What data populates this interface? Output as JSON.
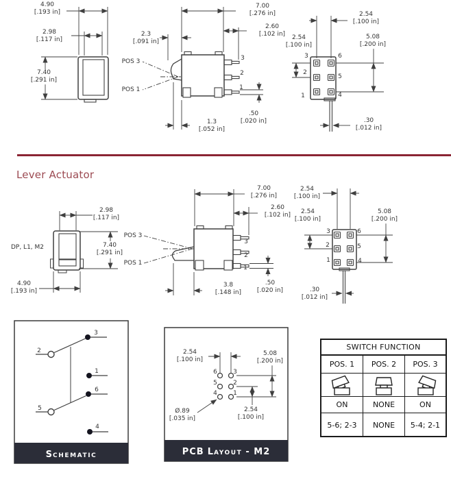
{
  "colors": {
    "accent_red": "#8b2433",
    "heading_red": "#9c4a52",
    "footer_bg": "#2b2d38",
    "line": "#3f3f3f"
  },
  "top_row": {
    "side_view": {
      "dim_outer_width": {
        "mm": "4.90",
        "in": "[.193 in]"
      },
      "dim_inner_width": {
        "mm": "2.98",
        "in": "[.117 in]"
      },
      "dim_height": {
        "mm": "7.40",
        "in": "[.291 in]"
      }
    },
    "front_view": {
      "dim_width": {
        "mm": "7.00",
        "in": "[.276 in]"
      },
      "dim_pin_length": {
        "mm": "2.60",
        "in": "[.102 in]"
      },
      "dim_lever_offset": {
        "mm": "2.3",
        "in": "[.091 in]"
      },
      "pos3_label": "POS 3",
      "pos1_label": "POS 1",
      "pin_labels": [
        "3",
        "2",
        "1"
      ],
      "dim_foot": {
        "mm": "1.3",
        "in": "[.052 in]"
      },
      "dim_pin_thickness": {
        "mm": ".50",
        "in": "[.020 in]"
      }
    },
    "bottom_view": {
      "dim_col_pitch": {
        "mm": "2.54",
        "in": "[.100 in]"
      },
      "dim_row_pitch": {
        "mm": "2.54",
        "in": "[.100 in]"
      },
      "dim_row_span": {
        "mm": "5.08",
        "in": "[.200 in]"
      },
      "pin_labels_left": [
        "3",
        "2",
        "1"
      ],
      "pin_labels_right": [
        "6",
        "5",
        "4"
      ],
      "dim_shaft": {
        "mm": ".30",
        "in": "[.012 in]"
      }
    }
  },
  "lever_section": {
    "heading": "Lever Actuator",
    "model_label": "DP, L1, M2",
    "side_view": {
      "dim_inner_width": {
        "mm": "2.98",
        "in": "[.117 in]"
      },
      "dim_height": {
        "mm": "7.40",
        "in": "[.291 in]"
      },
      "dim_outer_width": {
        "mm": "4.90",
        "in": "[.193 in]"
      }
    },
    "front_view": {
      "dim_width": {
        "mm": "7.00",
        "in": "[.276 in]"
      },
      "dim_pin_length": {
        "mm": "2.60",
        "in": "[.102 in]"
      },
      "pos3_label": "POS 3",
      "pos1_label": "POS 1",
      "pin_labels": [
        "3",
        "2",
        "1"
      ],
      "dim_lever_travel": {
        "mm": "3.8",
        "in": "[.148 in]"
      },
      "dim_pin_thickness": {
        "mm": ".50",
        "in": "[.020 in]"
      }
    },
    "bottom_view": {
      "dim_col_pitch": {
        "mm": "2.54",
        "in": "[.100 in]"
      },
      "dim_row_pitch": {
        "mm": "2.54",
        "in": "[.100 in]"
      },
      "dim_row_span": {
        "mm": "5.08",
        "in": "[.200 in]"
      },
      "pin_labels_left": [
        "3",
        "2",
        "1"
      ],
      "pin_labels_right": [
        "6",
        "5",
        "4"
      ],
      "dim_shaft": {
        "mm": ".30",
        "in": "[.012 in]"
      }
    }
  },
  "schematic_panel": {
    "label_lead": "S",
    "label_rest": "CHEMATIC",
    "pin_labels": {
      "p3": "3",
      "p2": "2",
      "p1": "1",
      "p6": "6",
      "p5": "5",
      "p4": "4"
    }
  },
  "pcb_panel": {
    "label_bold": "PCB",
    "label_lead": "L",
    "label_rest": "AYOUT",
    "label_tail": "- M2",
    "dim_col_pitch": {
      "mm": "2.54",
      "in": "[.100 in]"
    },
    "dim_row_span": {
      "mm": "5.08",
      "in": "[.200 in]"
    },
    "dim_row_pitch": {
      "mm": "2.54",
      "in": "[.100 in]"
    },
    "dim_hole": {
      "mm": "Ø.89",
      "in": "[.035 in]"
    },
    "hole_labels_left": [
      "6",
      "5",
      "4"
    ],
    "hole_labels_right": [
      "3",
      "2",
      "1"
    ]
  },
  "function_table": {
    "title": "SWITCH FUNCTION",
    "columns": [
      "POS. 1",
      "POS. 2",
      "POS. 3"
    ],
    "states": [
      "ON",
      "NONE",
      "ON"
    ],
    "connections": [
      "5-6; 2-3",
      "NONE",
      "5-4; 2-1"
    ]
  }
}
